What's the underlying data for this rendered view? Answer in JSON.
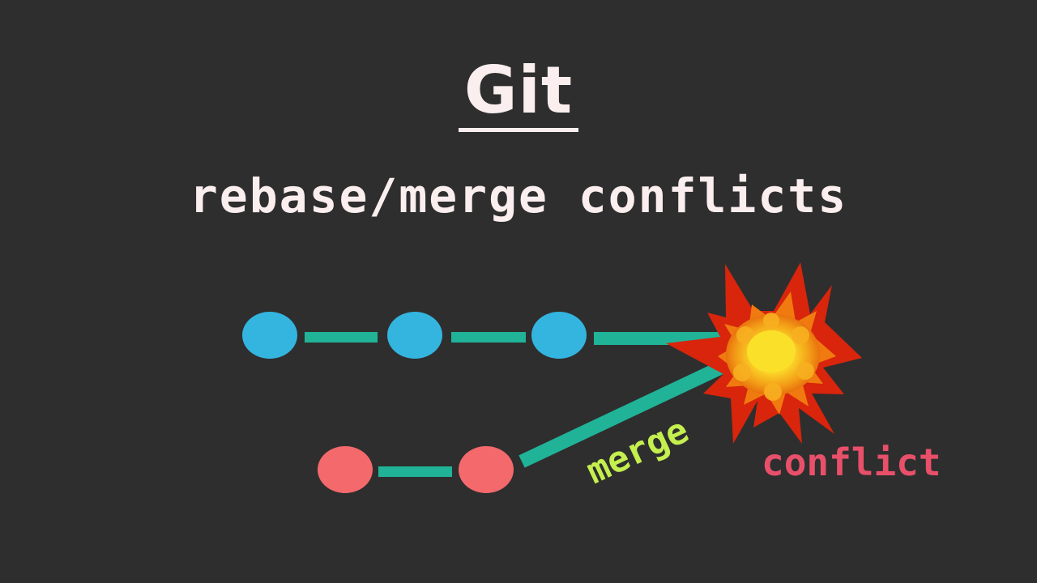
{
  "title": "Git",
  "subtitle": "rebase/merge conflicts",
  "labels": {
    "merge": "merge",
    "conflict": "conflict"
  },
  "colors": {
    "background": "#2e2e2e",
    "text": "#fbeeee",
    "main_commit": "#33b5e0",
    "feature_commit": "#f4696c",
    "edge": "#20b398",
    "merge_label": "#c4ef4f",
    "conflict_label": "#e8506a",
    "burst_outer": "#d8250c",
    "burst_mid": "#f07a10",
    "burst_inner": "#fbe02a"
  },
  "icons": {
    "conflict": "explosion-icon"
  }
}
